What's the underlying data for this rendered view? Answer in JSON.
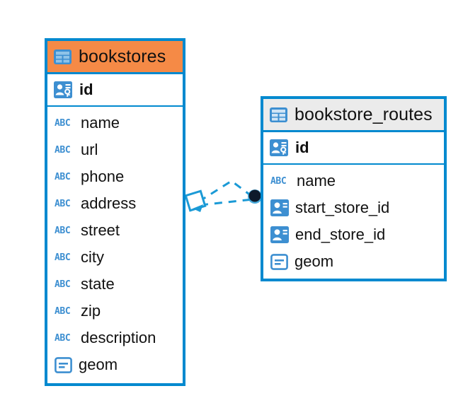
{
  "diagram": {
    "type": "entity-relationship-diagram",
    "colors": {
      "border": "#0089cf",
      "selected_header": "#f58a46",
      "plain_header": "#ebebeb",
      "icon_blue": "#3d8fd1",
      "connector": "#1b9ad6",
      "endpoint": "#0d1a2b"
    },
    "entities": [
      {
        "name": "bookstores",
        "header_icon": "table-icon",
        "selected": true,
        "primary_key": {
          "label": "id",
          "icon": "primary-key-icon"
        },
        "fields": [
          {
            "label": "name",
            "icon": "abc-icon",
            "type": "text"
          },
          {
            "label": "url",
            "icon": "abc-icon",
            "type": "text"
          },
          {
            "label": "phone",
            "icon": "abc-icon",
            "type": "text"
          },
          {
            "label": "address",
            "icon": "abc-icon",
            "type": "text"
          },
          {
            "label": "street",
            "icon": "abc-icon",
            "type": "text"
          },
          {
            "label": "city",
            "icon": "abc-icon",
            "type": "text"
          },
          {
            "label": "state",
            "icon": "abc-icon",
            "type": "text"
          },
          {
            "label": "zip",
            "icon": "abc-icon",
            "type": "text"
          },
          {
            "label": "description",
            "icon": "abc-icon",
            "type": "text"
          },
          {
            "label": "geom",
            "icon": "geometry-icon",
            "type": "geometry"
          }
        ]
      },
      {
        "name": "bookstore_routes",
        "header_icon": "table-icon",
        "selected": false,
        "primary_key": {
          "label": "id",
          "icon": "primary-key-icon"
        },
        "fields": [
          {
            "label": "name",
            "icon": "abc-icon",
            "type": "text"
          },
          {
            "label": "start_store_id",
            "icon": "foreign-key-icon",
            "type": "reference"
          },
          {
            "label": "end_store_id",
            "icon": "foreign-key-icon",
            "type": "reference"
          },
          {
            "label": "geom",
            "icon": "geometry-icon",
            "type": "geometry"
          }
        ]
      }
    ],
    "relationship": {
      "from_endpoint_icon": "diamond-endpoint-icon",
      "to_endpoint_icon": "circle-endpoint-icon",
      "line_style": "dashed"
    },
    "icon_text": {
      "abc": "ABC"
    }
  }
}
